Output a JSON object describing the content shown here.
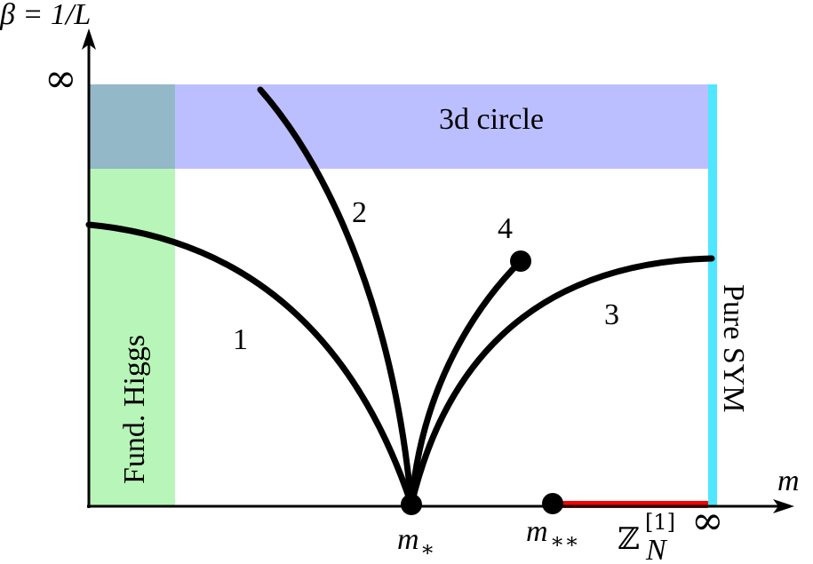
{
  "axes": {
    "y_label": "β = 1/L",
    "y_infinity": "∞",
    "x_label": "m",
    "x_infinity": "∞"
  },
  "regions": {
    "top_band": "3d circle",
    "left_band": "Fund. Higgs",
    "right_band": "Pure SYM"
  },
  "curves": [
    {
      "label": "1"
    },
    {
      "label": "2"
    },
    {
      "label": "3"
    },
    {
      "label": "4"
    }
  ],
  "points": {
    "m_star": "m",
    "m_star_sub": "∗",
    "m_star_star": "m",
    "m_star_star_sub": "∗∗",
    "center_symmetry_main": "ℤ",
    "center_symmetry_sup": "[1]",
    "center_symmetry_sub": "N"
  },
  "colors": {
    "top_band": "#bcbfff",
    "left_band": "#b8f5b8",
    "overlap": "#93b8c8",
    "right_band": "#4fe6ff",
    "red_segment": "#ff0000",
    "curves": "#000000"
  }
}
